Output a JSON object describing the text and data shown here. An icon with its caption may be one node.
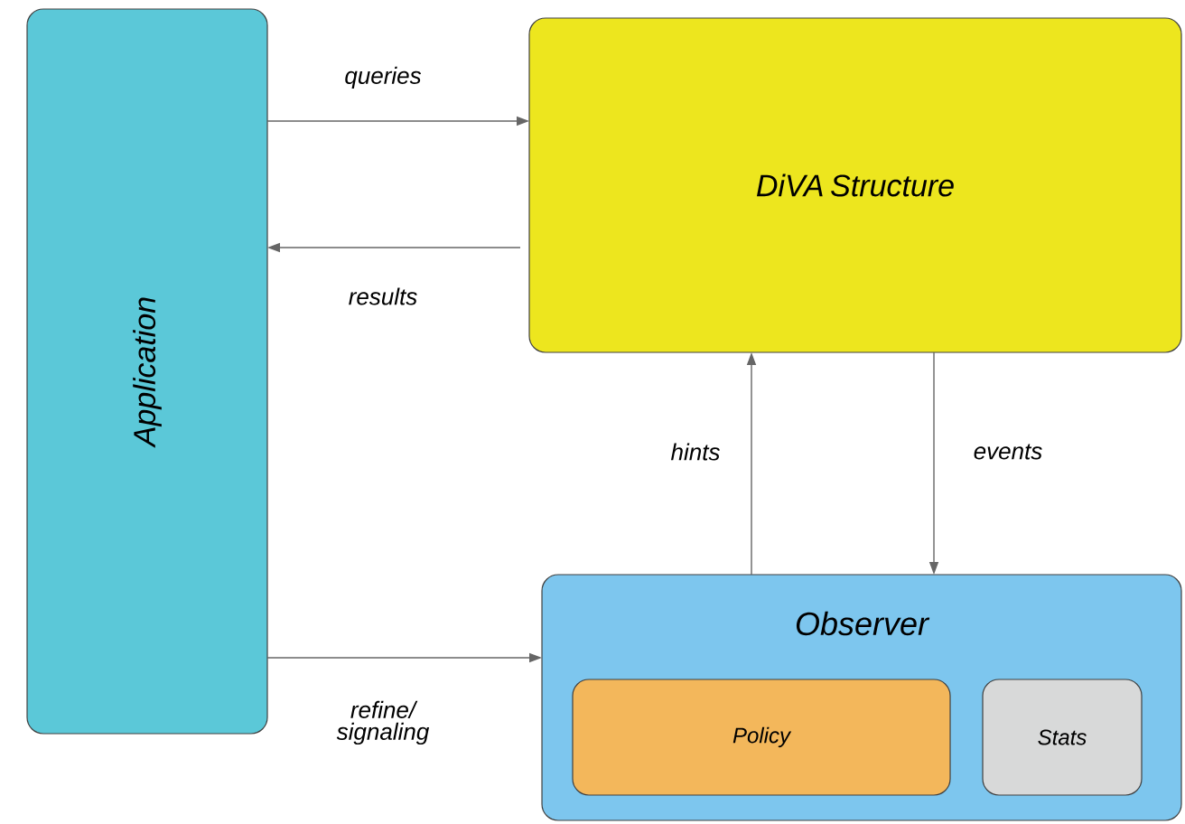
{
  "diagram": {
    "nodes": [
      {
        "text": [
          "Application"
        ]
      },
      {
        "text": [
          "DiVA Structure"
        ]
      },
      {
        "text": [
          "Observer"
        ]
      },
      {
        "text": [
          "Policy"
        ],
        "in": 2
      },
      {
        "text": [
          "Stats"
        ],
        "in": 2
      }
    ],
    "edges": [
      {
        "from": 0,
        "to": 1,
        "arrow": "to",
        "label": "queries"
      },
      {
        "from": 1,
        "to": 0,
        "arrow": "to",
        "label": "results"
      },
      {
        "from": 2,
        "to": 1,
        "arrow": "to",
        "label": "hints"
      },
      {
        "from": 1,
        "to": 2,
        "arrow": "to",
        "label": "events"
      },
      {
        "from": 0,
        "to": 2,
        "arrow": "to",
        "label": "refine/ signaling"
      }
    ]
  }
}
